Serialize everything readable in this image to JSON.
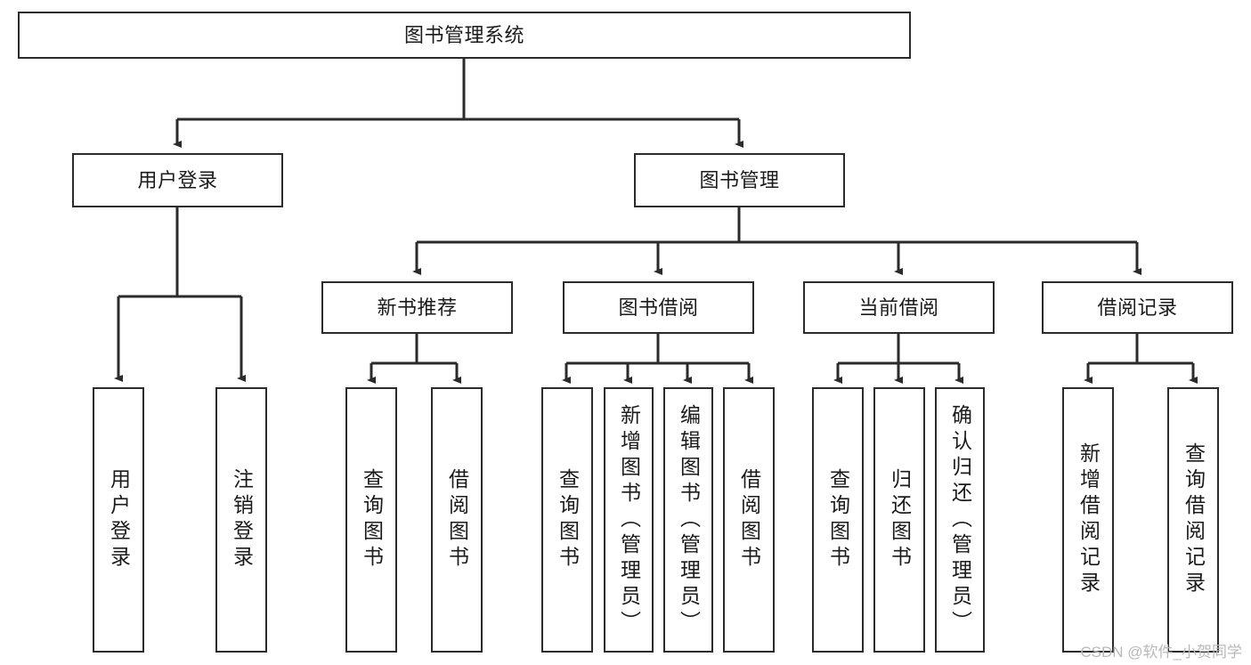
{
  "diagram": {
    "type": "hierarchy-tree",
    "title": "图书管理系统",
    "watermark": "CSDN @软件_小贺同学",
    "colors": {
      "background": "#ffffff",
      "box_border": "#2b2b2b",
      "box_fill": "#ffffff",
      "text": "#1b1b1b",
      "edge": "#2b2b2b",
      "watermark": "#b9b9b9"
    },
    "root": {
      "label": "图书管理系统"
    },
    "level2": [
      {
        "label": "用户登录"
      },
      {
        "label": "图书管理"
      }
    ],
    "level3": [
      {
        "label": "新书推荐"
      },
      {
        "label": "图书借阅"
      },
      {
        "label": "当前借阅"
      },
      {
        "label": "借阅记录"
      }
    ],
    "leaves": {
      "user_login": [
        {
          "label": "用户登录"
        },
        {
          "label": "注销登录"
        }
      ],
      "new_book_recommend": [
        {
          "label": "查询图书"
        },
        {
          "label": "借阅图书"
        }
      ],
      "book_borrow": [
        {
          "label": "查询图书"
        },
        {
          "label": "新增图书（管理员）"
        },
        {
          "label": "编辑图书（管理员）"
        },
        {
          "label": "借阅图书"
        }
      ],
      "current_borrow": [
        {
          "label": "查询图书"
        },
        {
          "label": "归还图书"
        },
        {
          "label": "确认归还（管理员）"
        }
      ],
      "borrow_record": [
        {
          "label": "新增借阅记录"
        },
        {
          "label": "查询借阅记录"
        }
      ]
    }
  }
}
